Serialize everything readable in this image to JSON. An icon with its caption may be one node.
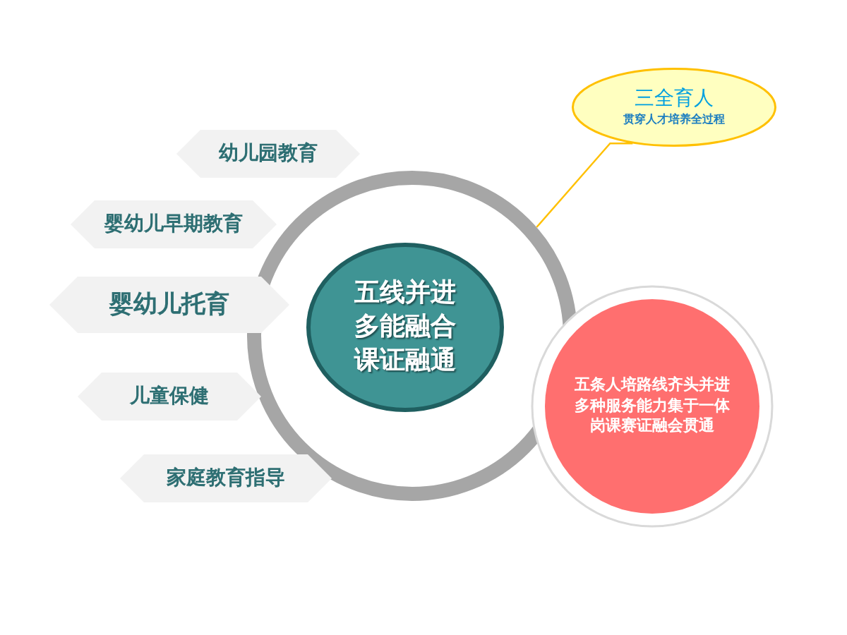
{
  "diagram": {
    "nodes": [
      {
        "text": [
          "三全育人",
          "贯穿人才培养全过程"
        ]
      },
      {
        "text": [
          "幼儿园教育"
        ]
      },
      {
        "text": [
          "婴幼儿早期教育"
        ]
      },
      {
        "text": [
          "婴幼儿托育"
        ]
      },
      {
        "text": [
          "儿童保健"
        ]
      },
      {
        "text": [
          "家庭教育指导"
        ]
      },
      {
        "text": [],
        "shape": "circle"
      },
      {
        "text": [
          "五线并进",
          "多能融合",
          "课证融通"
        ],
        "in": 6
      },
      {
        "text": [
          "五条人培路线齐头并进",
          "多种服务能力集于一体",
          "岗课赛证融会贯通"
        ]
      }
    ],
    "edges": [
      {
        "from": 6,
        "to": 0,
        "arrow": "none",
        "color": "#ffc000"
      }
    ]
  }
}
